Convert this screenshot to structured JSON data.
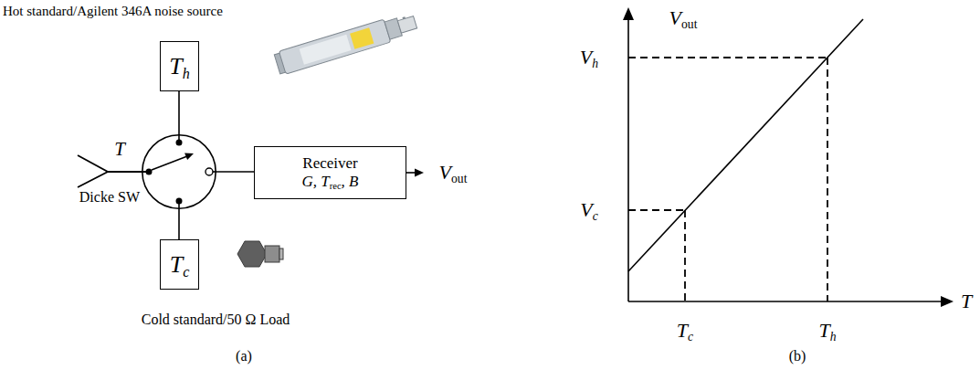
{
  "diagram": {
    "nodes": [
      {
        "text": [
          "Th"
        ]
      },
      {
        "text": [
          "Dicke SW"
        ]
      },
      {
        "text": [
          "Receiver",
          "G, Trec, B"
        ]
      },
      {
        "text": [
          "Tc"
        ]
      }
    ],
    "edges": [
      {
        "from": 1,
        "to": 0,
        "arrow": "none"
      },
      {
        "from": 1,
        "to": 2,
        "arrow": "none"
      },
      {
        "from": 1,
        "to": 3,
        "arrow": "none"
      }
    ],
    "labels": [
      "Hot standard/Agilent 346A noise source",
      "T",
      "Vout",
      "Cold standard/50 Ω Load",
      "(a)",
      "Vout",
      "Vh",
      "Vc",
      "Tc",
      "Th",
      "T",
      "(b)"
    ]
  }
}
